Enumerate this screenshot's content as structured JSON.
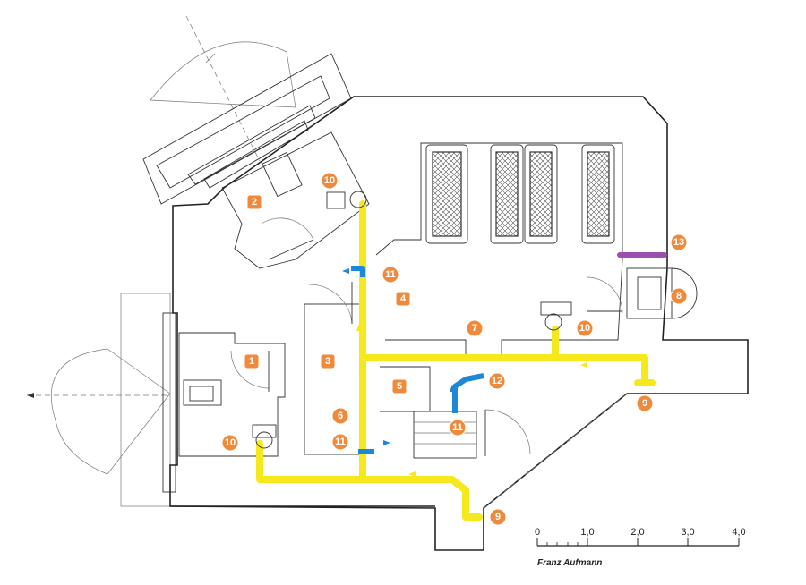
{
  "colors": {
    "marker": "#ef8a3c",
    "supply_duct": "#f5e81d",
    "exhaust_duct": "#1e88d8",
    "special_duct": "#9b4fb0",
    "walls": "#222222"
  },
  "room_labels": [
    "1",
    "2",
    "3",
    "4",
    "5"
  ],
  "equipment_labels": {
    "item6": "6",
    "item7": "7",
    "item8": "8",
    "item9_right": "9",
    "item9_bottom": "9",
    "item10_top": "10",
    "item10_right": "10",
    "item10_left": "10",
    "item11_upper": "11",
    "item11_lower": "11",
    "item11_mid": "11",
    "item12": "12",
    "item13": "13"
  },
  "scale_bar": {
    "ticks": [
      "0",
      "1,0",
      "2,0",
      "3,0",
      "4,0"
    ]
  },
  "credit": "Franz Aufmann"
}
